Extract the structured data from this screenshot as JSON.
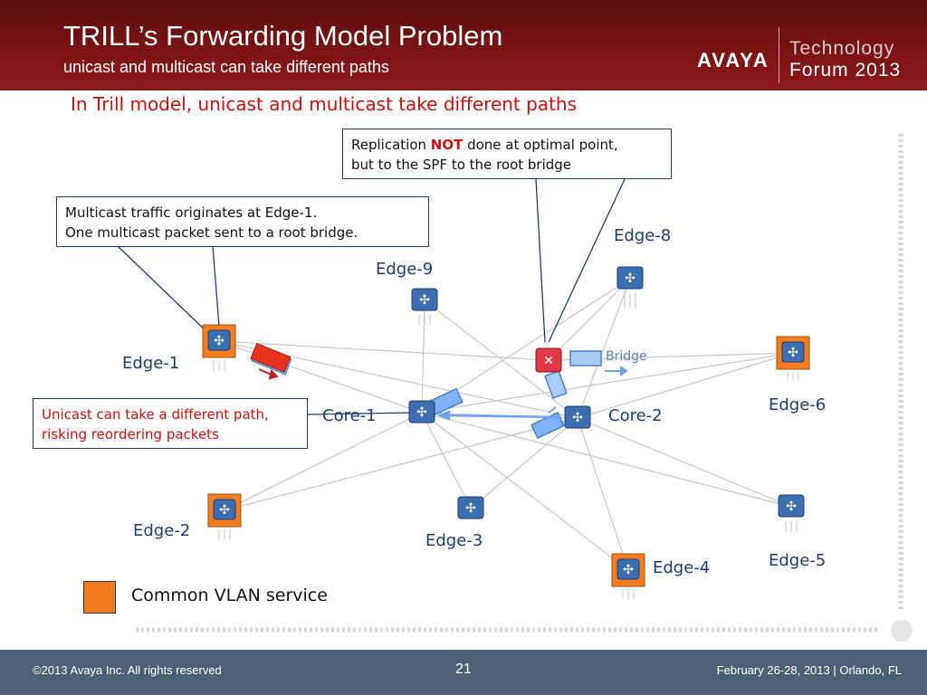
{
  "slide": {
    "title": "TRILL’s Forwarding Model Problem",
    "subtitle": "unicast and multicast can take different paths",
    "heading": "In Trill model, unicast and multicast take different paths"
  },
  "logo": {
    "brand": "AVAYA",
    "tech": "Technology",
    "forum": "Forum 2013"
  },
  "callouts": {
    "replication_pre": "Replication ",
    "replication_not": "NOT",
    "replication_post": " done at optimal point,",
    "replication_line2": "but to the SPF to the root bridge",
    "multicast_line1": "Multicast traffic originates at Edge-1.",
    "multicast_line2": "One multicast packet sent to a root bridge.",
    "unicast_line1": "Unicast can take a different path,",
    "unicast_line2": "risking reordering packets"
  },
  "nodes": {
    "edge1": "Edge-1",
    "edge2": "Edge-2",
    "edge3": "Edge-3",
    "edge4": "Edge-4",
    "edge5": "Edge-5",
    "edge6": "Edge-6",
    "edge8": "Edge-8",
    "edge9": "Edge-9",
    "core1": "Core-1",
    "core2": "Core-2",
    "bridge": "Bridge"
  },
  "legend": {
    "label": "Common VLAN service",
    "color": "#f47d20"
  },
  "colors": {
    "accent_red": "#cc1010",
    "navy": "#1f3a78",
    "packet_blue": "#6fa3f0",
    "packet_red": "#e8341c"
  },
  "footer": {
    "copyright": "©2013 Avaya Inc. All rights reserved",
    "page": "21",
    "date": "February 26-28, 2013 | Orlando, FL"
  }
}
